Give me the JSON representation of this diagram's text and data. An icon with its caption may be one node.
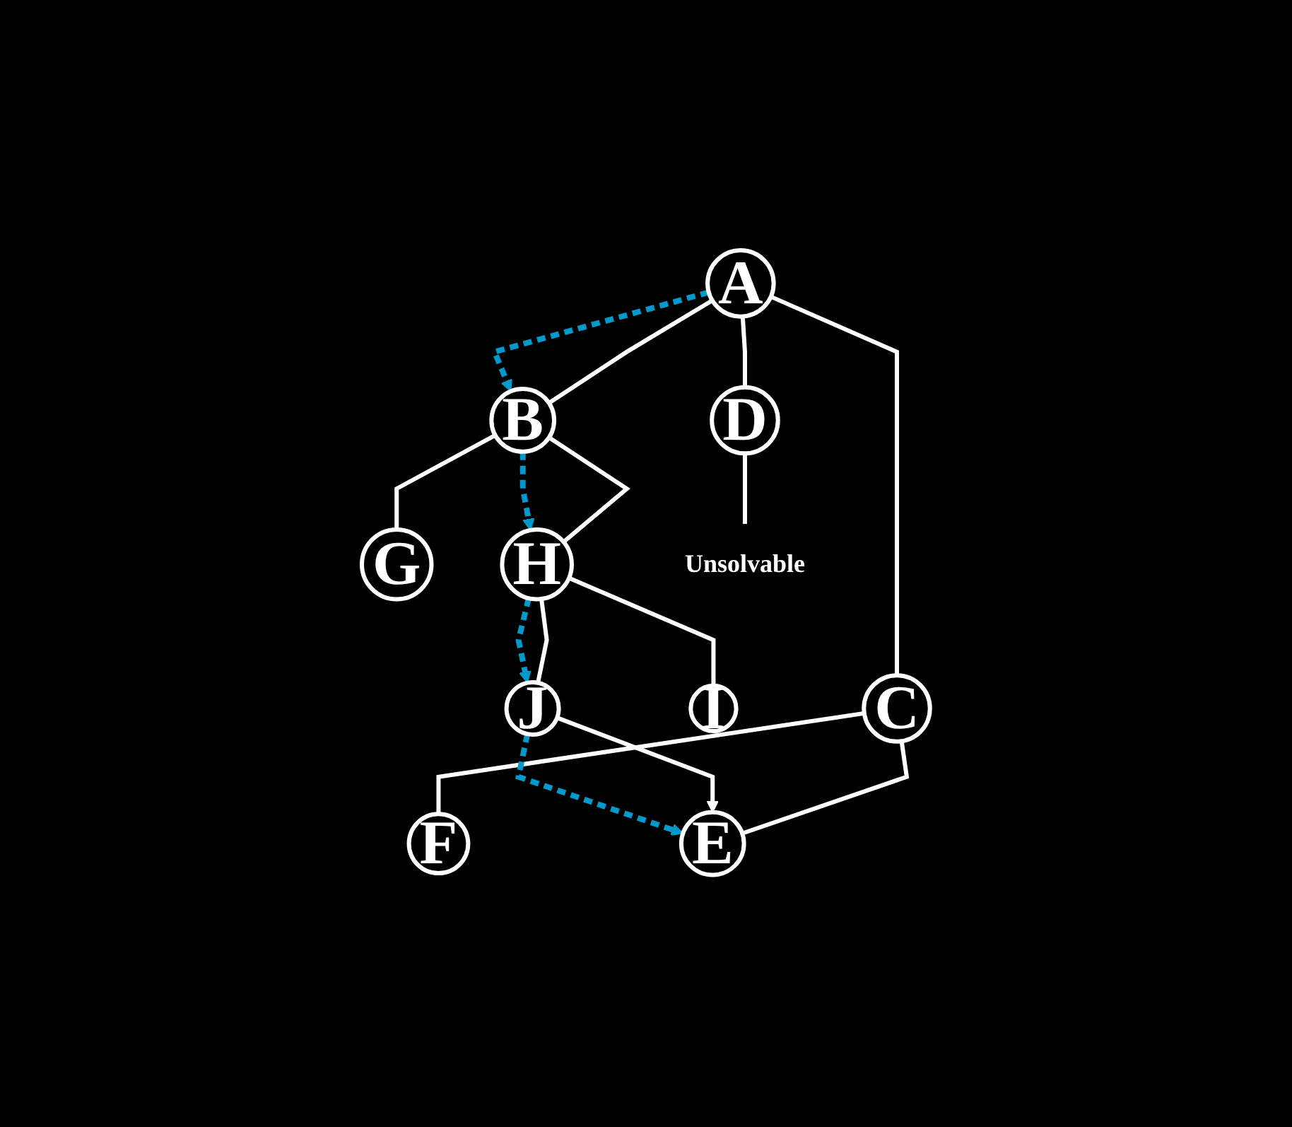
{
  "diagram": {
    "nodes": [
      {
        "text": [
          "A"
        ]
      },
      {
        "text": [
          "B"
        ]
      },
      {
        "text": [
          "C"
        ]
      },
      {
        "text": [
          "D"
        ]
      },
      {
        "text": [
          "G"
        ]
      },
      {
        "text": [
          "H"
        ]
      },
      {
        "text": [
          "E"
        ]
      },
      {
        "text": [
          "F"
        ]
      },
      {
        "text": [
          "Unsolvable"
        ]
      },
      {
        "text": [
          "I"
        ]
      },
      {
        "text": [
          "J"
        ]
      }
    ],
    "edges": [
      {
        "from": 0,
        "to": 1,
        "arrow": "none"
      },
      {
        "from": 0,
        "to": 2,
        "arrow": "none"
      },
      {
        "from": 0,
        "to": 3,
        "arrow": "none"
      },
      {
        "from": 1,
        "to": 4,
        "arrow": "none"
      },
      {
        "from": 1,
        "to": 5,
        "arrow": "none"
      },
      {
        "from": 2,
        "to": 6,
        "arrow": "none"
      },
      {
        "from": 2,
        "to": 7,
        "arrow": "none"
      },
      {
        "from": 3,
        "to": 8,
        "arrow": "none"
      },
      {
        "from": 5,
        "to": 9,
        "arrow": "none"
      },
      {
        "from": 5,
        "to": 10,
        "arrow": "none"
      },
      {
        "from": 10,
        "to": 6,
        "arrow": "to"
      },
      {
        "from": 0,
        "to": 1,
        "arrow": "to",
        "style": "dashed",
        "color": "#0099cc"
      },
      {
        "from": 1,
        "to": 5,
        "arrow": "to",
        "style": "dashed",
        "color": "#0099cc"
      },
      {
        "from": 5,
        "to": 10,
        "arrow": "to",
        "style": "dashed",
        "color": "#0099cc"
      },
      {
        "from": 10,
        "to": 6,
        "arrow": "to",
        "style": "dashed",
        "color": "#0099cc"
      }
    ]
  }
}
